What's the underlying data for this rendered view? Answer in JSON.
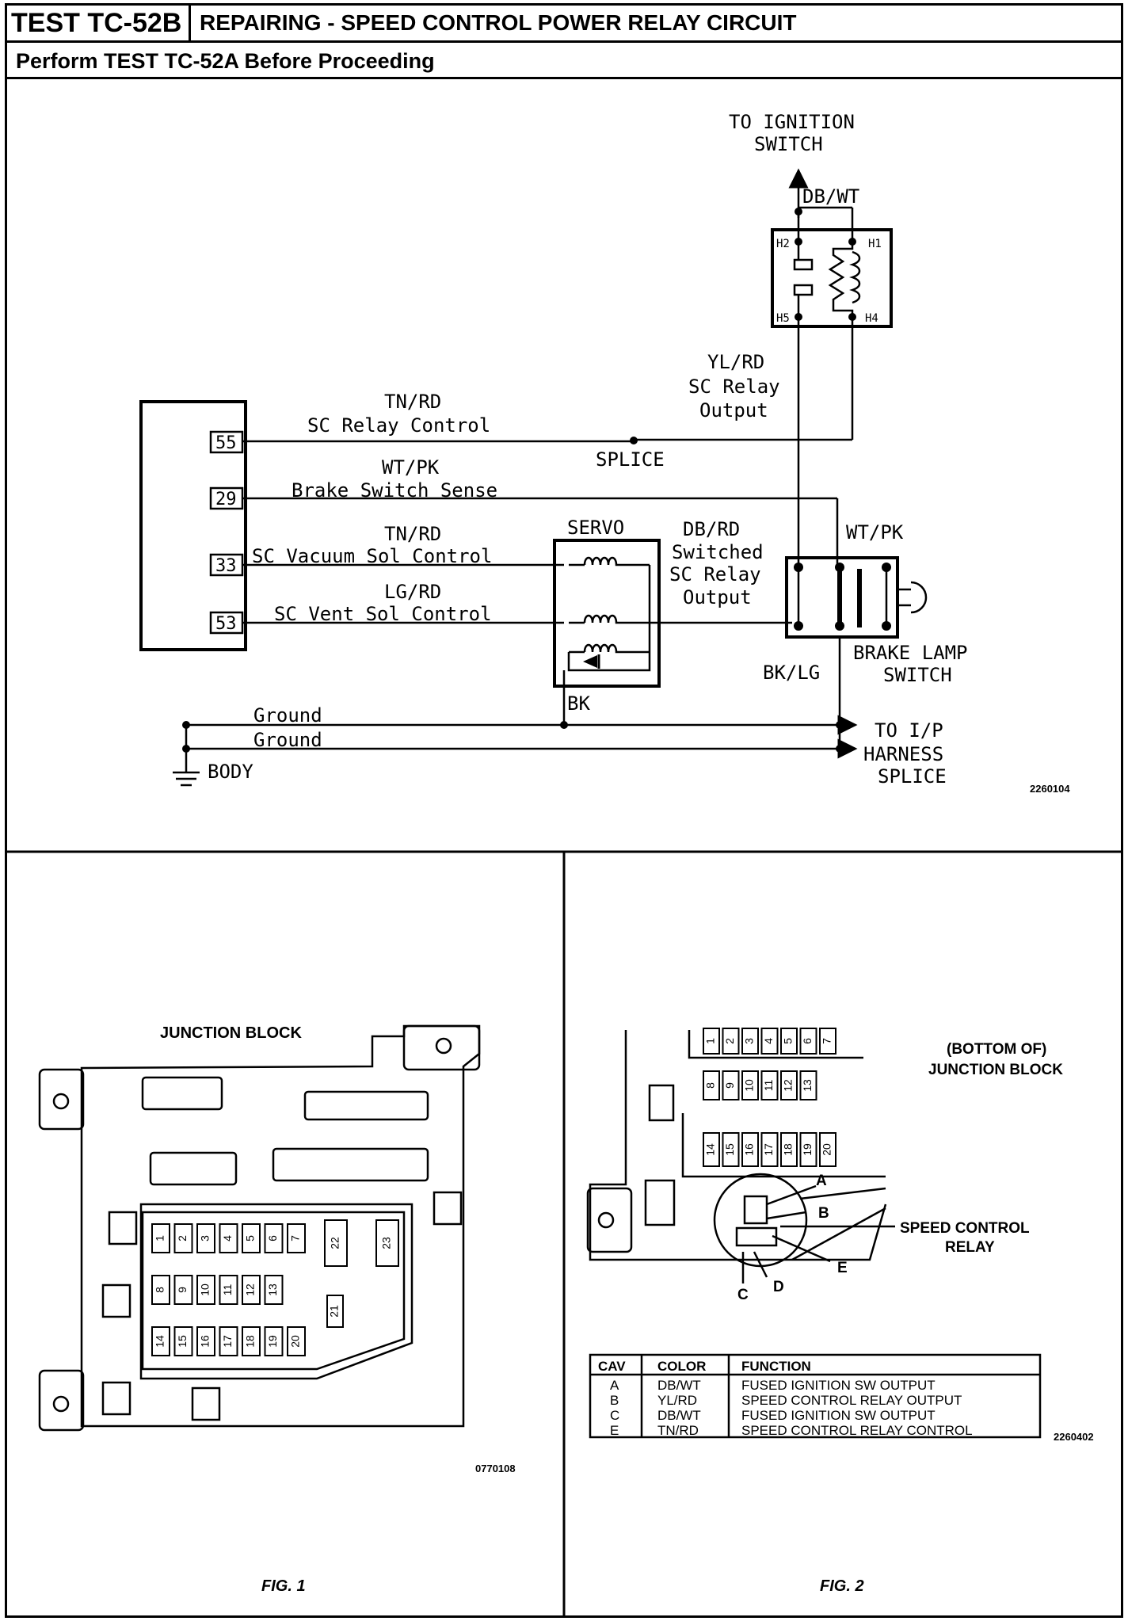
{
  "header": {
    "test_id": "TEST TC-52B",
    "title": "REPAIRING - SPEED CONTROL POWER RELAY CIRCUIT",
    "prerequisite": "Perform TEST TC-52A Before Proceeding"
  },
  "schematic": {
    "ignition_label_1": "TO IGNITION",
    "ignition_label_2": "SWITCH",
    "db_wt": "DB/WT",
    "relay_pins": {
      "h1": "H1",
      "h2": "H2",
      "h4": "H4",
      "h5": "H5"
    },
    "yl_rd": "YL/RD",
    "sc_relay_output_1": "SC Relay",
    "sc_relay_output_2": "Output",
    "pin_55": "55",
    "pin_29": "29",
    "pin_33": "33",
    "pin_53": "53",
    "w55_color": "TN/RD",
    "w55_func": "SC Relay Control",
    "splice": "SPLICE",
    "w29_color": "WT/PK",
    "w29_func": "Brake Switch Sense",
    "w33_color": "TN/RD",
    "w33_func": "SC Vacuum Sol Control",
    "w53_color": "LG/RD",
    "w53_func": "SC Vent Sol Control",
    "servo": "SERVO",
    "db_rd": "DB/RD",
    "switched_1": "Switched",
    "switched_2": "SC Relay",
    "switched_3": "Output",
    "wt_pk_top": "WT/PK",
    "brake_lamp_1": "BRAKE LAMP",
    "brake_lamp_2": "SWITCH",
    "bk_lg": "BK/LG",
    "bk": "BK",
    "ground_1": "Ground",
    "ground_2": "Ground",
    "body": "BODY",
    "to_ip_1": "TO I/P",
    "to_ip_2": "HARNESS",
    "to_ip_3": "SPLICE",
    "figure_code": "2260104"
  },
  "fig1": {
    "title": "JUNCTION BLOCK",
    "fuses": [
      "1",
      "2",
      "3",
      "4",
      "5",
      "6",
      "7",
      "8",
      "9",
      "10",
      "11",
      "12",
      "13",
      "14",
      "15",
      "16",
      "17",
      "18",
      "19",
      "20",
      "21",
      "22",
      "23"
    ],
    "figure_code": "0770108",
    "caption": "FIG. 1"
  },
  "fig2": {
    "title_1": "(BOTTOM OF)",
    "title_2": "JUNCTION BLOCK",
    "fuses": [
      "1",
      "2",
      "3",
      "4",
      "5",
      "6",
      "7",
      "8",
      "9",
      "10",
      "11",
      "12",
      "13",
      "14",
      "15",
      "16",
      "17",
      "18",
      "19",
      "20"
    ],
    "relay_label_1": "SPEED CONTROL",
    "relay_label_2": "RELAY",
    "cav_letters": [
      "A",
      "B",
      "C",
      "D",
      "E"
    ],
    "table": {
      "headers": [
        "CAV",
        "COLOR",
        "FUNCTION"
      ],
      "rows": [
        [
          "A",
          "DB/WT",
          "FUSED IGNITION SW OUTPUT"
        ],
        [
          "B",
          "YL/RD",
          "SPEED CONTROL RELAY OUTPUT"
        ],
        [
          "C",
          "DB/WT",
          "FUSED IGNITION SW OUTPUT"
        ],
        [
          "E",
          "TN/RD",
          "SPEED CONTROL RELAY CONTROL"
        ]
      ]
    },
    "figure_code": "2260402",
    "caption": "FIG. 2"
  }
}
